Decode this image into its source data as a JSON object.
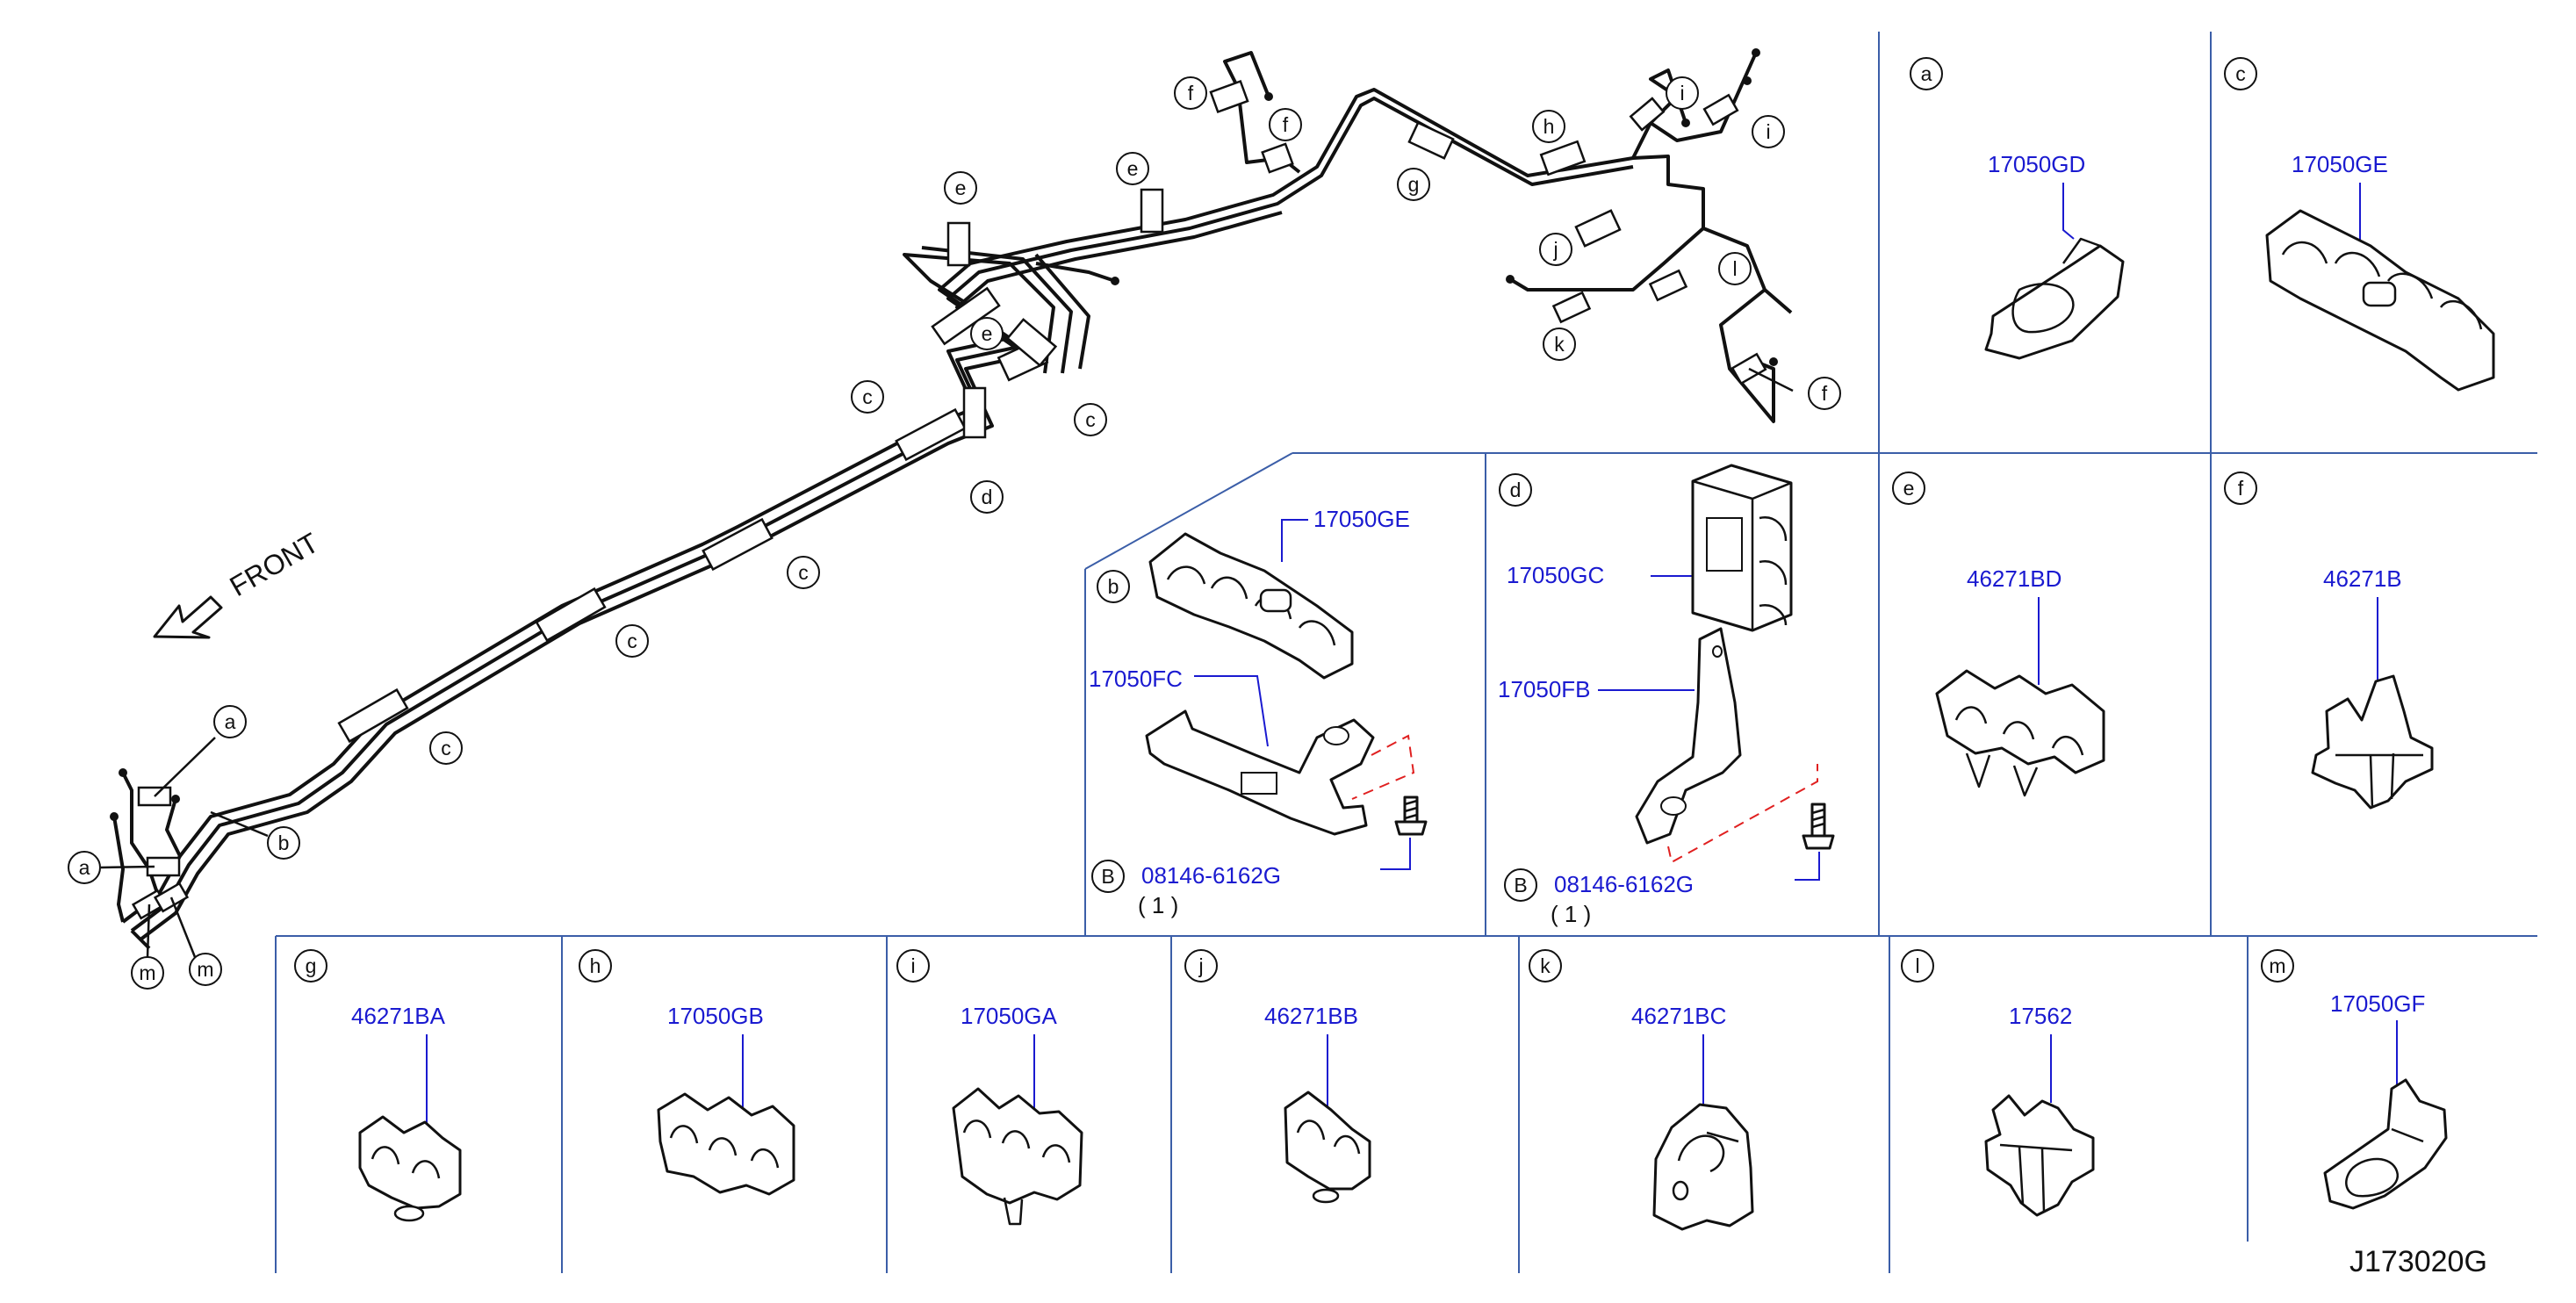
{
  "diagram": {
    "front_label": "FRONT",
    "ref_code": "J173020G",
    "overview_labels": [
      "a",
      "a",
      "b",
      "c",
      "c",
      "c",
      "c",
      "c",
      "d",
      "e",
      "e",
      "e",
      "f",
      "f",
      "f",
      "g",
      "h",
      "i",
      "i",
      "j",
      "k",
      "l",
      "m",
      "m"
    ],
    "panels": [
      {
        "letter": "a",
        "part": "17050GD"
      },
      {
        "letter": "c",
        "part": "17050GE"
      },
      {
        "letter": "b",
        "part": "17050GE",
        "part2": "17050FC",
        "bolt_prefix": "B",
        "bolt": "08146-6162G",
        "qty": "( 1 )"
      },
      {
        "letter": "d",
        "part": "17050GC",
        "part2": "17050FB",
        "bolt_prefix": "B",
        "bolt": "08146-6162G",
        "qty": "( 1 )"
      },
      {
        "letter": "e",
        "part": "46271BD"
      },
      {
        "letter": "f",
        "part": "46271B"
      },
      {
        "letter": "g",
        "part": "46271BA"
      },
      {
        "letter": "h",
        "part": "17050GB"
      },
      {
        "letter": "i",
        "part": "17050GA"
      },
      {
        "letter": "j",
        "part": "46271BB"
      },
      {
        "letter": "k",
        "part": "46271BC"
      },
      {
        "letter": "l",
        "part": "17562"
      },
      {
        "letter": "m",
        "part": "17050GF"
      }
    ]
  }
}
